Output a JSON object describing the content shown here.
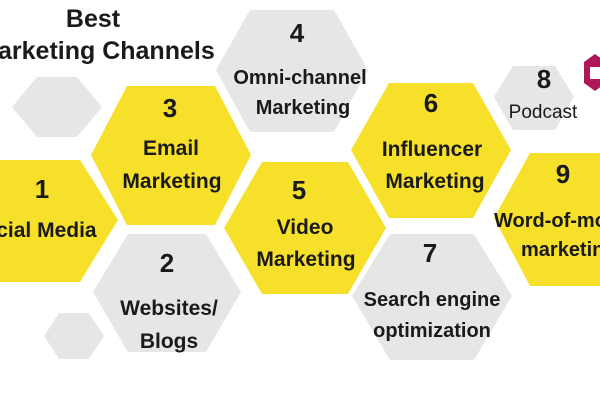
{
  "title": {
    "line1": "Best",
    "line2": "arketing Channels"
  },
  "colors": {
    "yellow": "#F7E02A",
    "gray": "#E6E6E6",
    "text": "#1A1A1A",
    "logo": "#B0185A"
  },
  "channels": [
    {
      "number": "1",
      "label1": "ocial Media",
      "label2": ""
    },
    {
      "number": "2",
      "label1": "Websites/",
      "label2": "Blogs"
    },
    {
      "number": "3",
      "label1": "Email",
      "label2": "Marketing"
    },
    {
      "number": "4",
      "label1": "Omni-channel",
      "label2": "Marketing"
    },
    {
      "number": "5",
      "label1": "Video",
      "label2": "Marketing"
    },
    {
      "number": "6",
      "label1": "Influencer",
      "label2": "Marketing"
    },
    {
      "number": "7",
      "label1": "Search engine",
      "label2": "optimization"
    },
    {
      "number": "8",
      "label1": "Podcast",
      "label2": ""
    },
    {
      "number": "9",
      "label1": "Word-of-mo",
      "label2": "marketin"
    }
  ],
  "logo_icon": "brand-hexagon-icon"
}
